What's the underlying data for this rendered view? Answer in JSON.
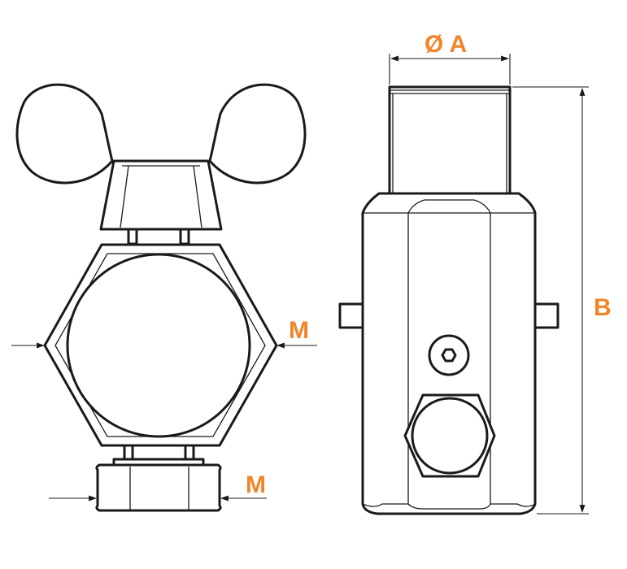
{
  "labels": {
    "diameter": "Ø A",
    "length": "B",
    "hex_size": "M",
    "nut_size": "M"
  },
  "colors": {
    "label": "#f0852a",
    "stroke": "#1a1a1a",
    "background": "#ffffff"
  }
}
